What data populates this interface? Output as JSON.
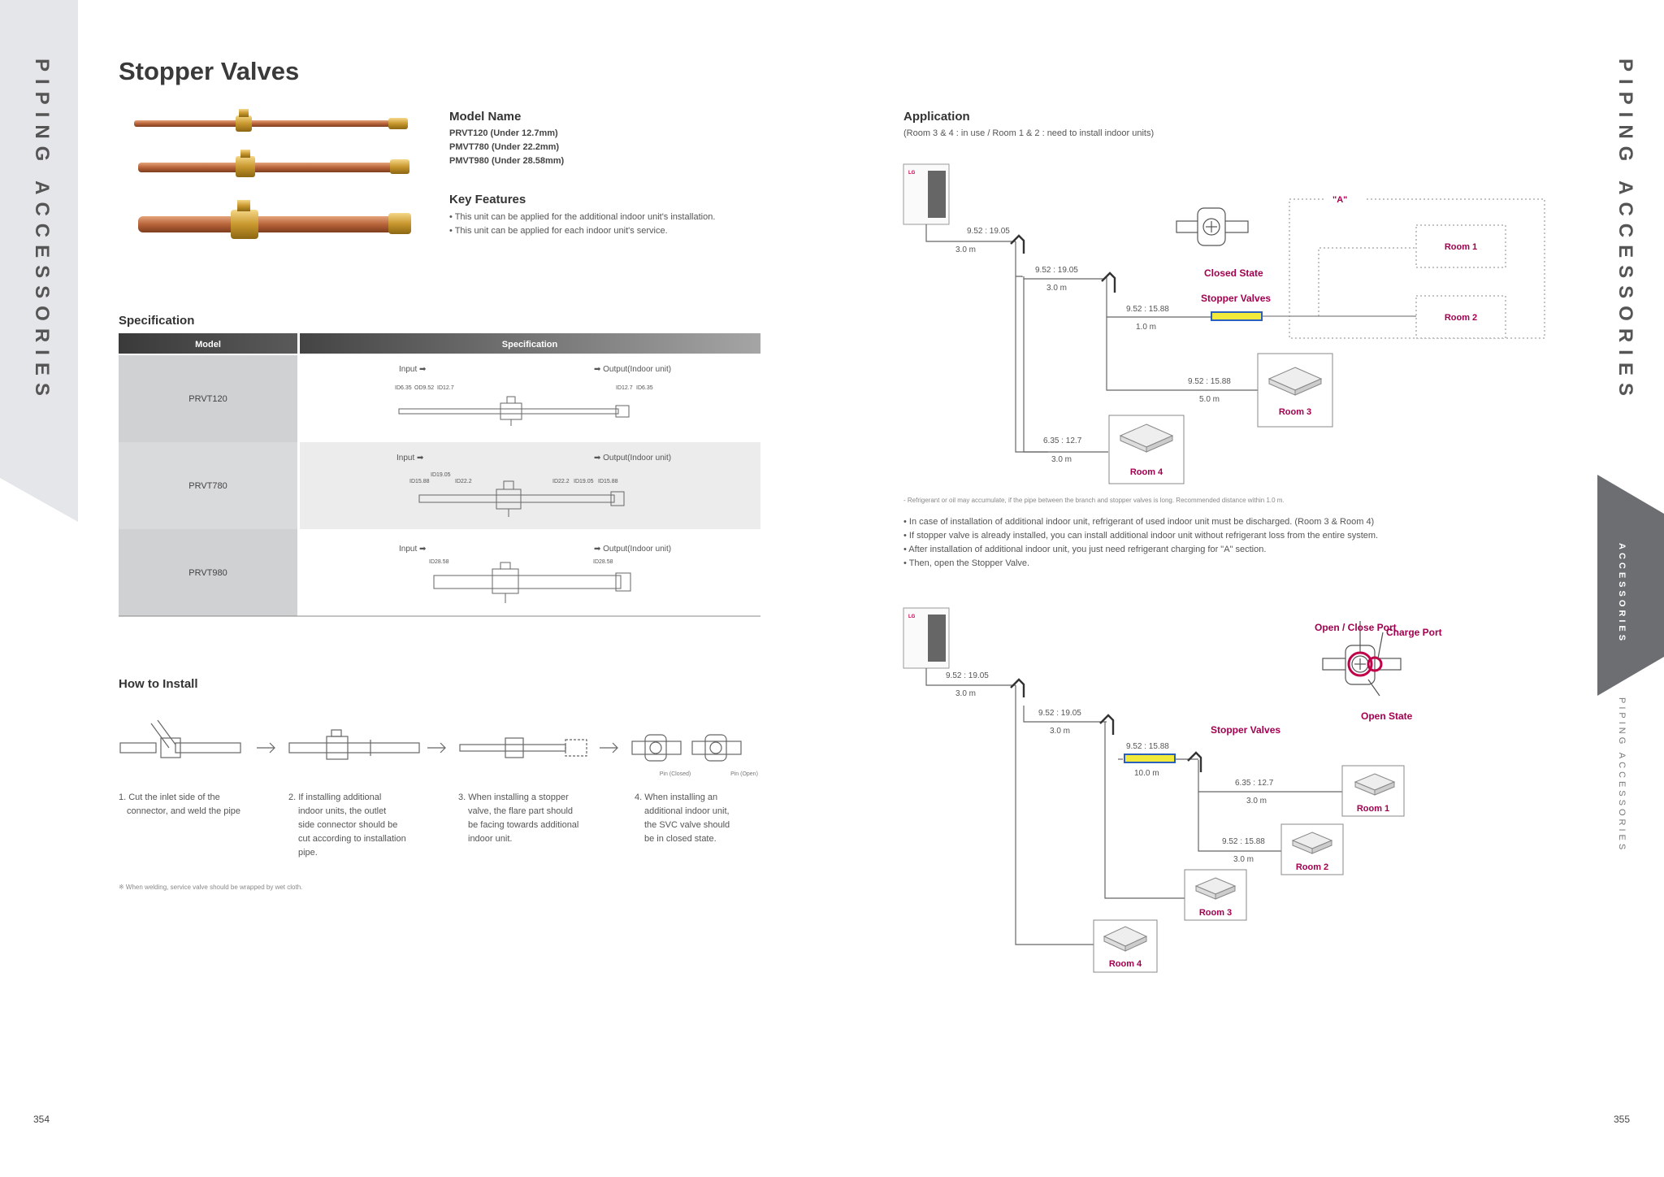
{
  "sidebar_left": {
    "label": "PIPING ACCESSORIES"
  },
  "sidebar_right": {
    "label": "PIPING ACCESSORIES",
    "tab_active": "ACCESSORIES",
    "tab_inactive": "PIPING ACCESSORIES"
  },
  "page_numbers": {
    "left": "354",
    "right": "355"
  },
  "title": "Stopper Valves",
  "model_name": {
    "heading": "Model Name",
    "items": [
      "PRVT120 (Under 12.7mm)",
      "PMVT780 (Under 22.2mm)",
      "PMVT980 (Under 28.58mm)"
    ]
  },
  "key_features": {
    "heading": "Key Features",
    "items": [
      "• This unit can be applied for the additional indoor unit's installation.",
      "• This unit can be applied for each indoor unit's service."
    ]
  },
  "specification": {
    "heading": "Specification",
    "col_model": "Model",
    "col_spec": "Specification",
    "rows": [
      {
        "model": "PRVT120",
        "input": "Input ➡",
        "output": "➡ Output(Indoor unit)",
        "dims_in": [
          "ID6.35",
          "OD9.52",
          "ID12.7"
        ],
        "dims_out": [
          "ID12.7",
          "ID6.35"
        ]
      },
      {
        "model": "PRVT780",
        "input": "Input ➡",
        "output": "➡ Output(Indoor unit)",
        "dims_in": [
          "ID15.88",
          "ID19.05",
          "ID22.2"
        ],
        "dims_out": [
          "ID22.2",
          "ID19.05",
          "ID15.88"
        ]
      },
      {
        "model": "PRVT980",
        "input": "Input ➡",
        "output": "➡ Output(Indoor unit)",
        "dims_in": [
          "ID28.58"
        ],
        "dims_out": [
          "ID28.58"
        ]
      }
    ]
  },
  "how_to_install": {
    "heading": "How to Install",
    "pin_closed": "Pin (Closed)",
    "pin_open": "Pin (Open)",
    "steps": [
      [
        "1. Cut the inlet side of the",
        "connector, and weld the pipe"
      ],
      [
        "2. If installing additional",
        "indoor units, the  outlet",
        "side connector should be",
        "cut according to installation",
        "pipe."
      ],
      [
        "3. When installing a stopper",
        "valve, the flare part should",
        "be facing  towards additional",
        "indoor unit."
      ],
      [
        "4. When installing an",
        "additional indoor unit,",
        "the SVC valve should",
        "be in closed state."
      ]
    ],
    "note": "※ When welding, service valve should be wrapped by wet cloth."
  },
  "application": {
    "heading": "Application",
    "subheading": "(Room 3 & 4 : in use / Room 1 & 2 : need to install indoor units)",
    "diagram1": {
      "brand": "LG",
      "seg1_size": "9.52 : 19.05",
      "seg1_len": "3.0 m",
      "seg2_size": "9.52 : 19.05",
      "seg2_len": "3.0 m",
      "seg3_size": "9.52 : 15.88",
      "seg3_len": "1.0 m",
      "seg4_size": "9.52 : 15.88",
      "seg4_len": "5.0 m",
      "seg5_size": "6.35 : 12.7",
      "seg5_len": "3.0 m",
      "closed_state": "Closed State",
      "stopper_valves": "Stopper Valves",
      "a_label": "\"A\"",
      "room1": "Room 1",
      "room2": "Room 2",
      "room3": "Room 3",
      "room4": "Room 4"
    },
    "refrigerant_note": "- Refrigerant or oil may accumulate, if the pipe between the branch and stopper valves is long. Recommended  distance within 1.0 m.",
    "bullets": [
      "• In case of installation of additional indoor unit, refrigerant of used indoor unit must be discharged. (Room 3 & Room 4)",
      "• If stopper valve is already installed, you can install additional indoor unit without refrigerant loss from the entire system.",
      "• After installation of additional indoor unit, you just need refrigerant charging for \"A\" section.",
      "• Then, open the Stopper Valve."
    ],
    "diagram2": {
      "brand": "LG",
      "seg1_size": "9.52 : 19.05",
      "seg1_len": "3.0 m",
      "seg2_size": "9.52 : 19.05",
      "seg2_len": "3.0 m",
      "seg3_size": "9.52 : 15.88",
      "seg3_len": "10.0 m",
      "seg4_size": "6.35 : 12.7",
      "seg4_len": "3.0 m",
      "seg5_size": "9.52 : 15.88",
      "seg5_len": "3.0 m",
      "stopper_valves": "Stopper Valves",
      "open_close_port": "Open / Close Port",
      "charge_port": "Charge Port",
      "open_state": "Open State",
      "room1": "Room 1",
      "room2": "Room 2",
      "room3": "Room 3",
      "room4": "Room 4"
    }
  }
}
